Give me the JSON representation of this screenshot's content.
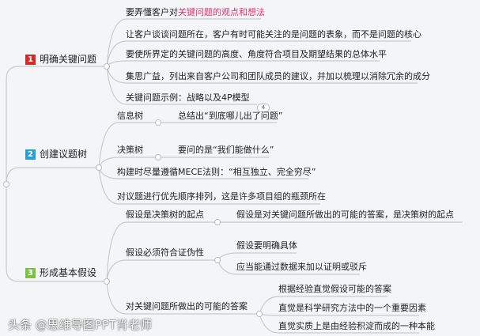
{
  "colors": {
    "badge1": "#d42a2a",
    "badge2": "#2a9fd6",
    "badge3": "#7cc242",
    "highlight": "#e0306a",
    "lines": "#c8cacc"
  },
  "topics": [
    {
      "number": "1",
      "label": "明确关键问题",
      "collapsed_count": "4",
      "children": [
        {
          "prefix": "要弄懂客户对",
          "highlight": "关键问题的观点和想法"
        },
        {
          "label": "让客户谈谈问题所在，客户有时可能关注的是问题的表象，而不是问题的核心"
        },
        {
          "label": "要使所界定的关键问题的高度、角度符合项目及期望结果的总体水平"
        },
        {
          "label": "集思广益，列出来自客户公司和团队成员的建议，并加以梳理以消除冗余的成分"
        },
        {
          "label": "关键问题示例：战略以及4P模型"
        }
      ]
    },
    {
      "number": "2",
      "label": "创建议题树",
      "children": [
        {
          "label": "信息树",
          "children": [
            {
              "label": "总结出“到底哪儿出了问题”"
            }
          ]
        },
        {
          "label": "决策树",
          "children": [
            {
              "label": "要问的是“我们能做什么”"
            }
          ]
        },
        {
          "label": "构建时尽量遵循MECE法则：“相互独立、完全穷尽”"
        },
        {
          "label": "对议题进行优先顺序排列，这是许多项目组的瓶颈所在"
        }
      ]
    },
    {
      "number": "3",
      "label": "形成基本假设",
      "children": [
        {
          "label": "假设是决策树的起点",
          "children": [
            {
              "label": "假设是对关键问题所做出的可能的答案，是决策树的起点"
            }
          ]
        },
        {
          "label": "假设必须符合证伪性",
          "children": [
            {
              "label": "假设要明确具体"
            },
            {
              "label": "应当能通过数据来加以证明或驳斥"
            }
          ]
        },
        {
          "label": "对关键问题所做出的可能的答案",
          "children": [
            {
              "label": "根据经验直觉假设可能的答案"
            },
            {
              "label": "直觉是科学研究方法中的一个重要因素"
            },
            {
              "label": "直觉实质上是由经验积淀而成的一种本能"
            }
          ]
        }
      ]
    }
  ],
  "watermark": "头条 @思维导图PPT肖老师"
}
